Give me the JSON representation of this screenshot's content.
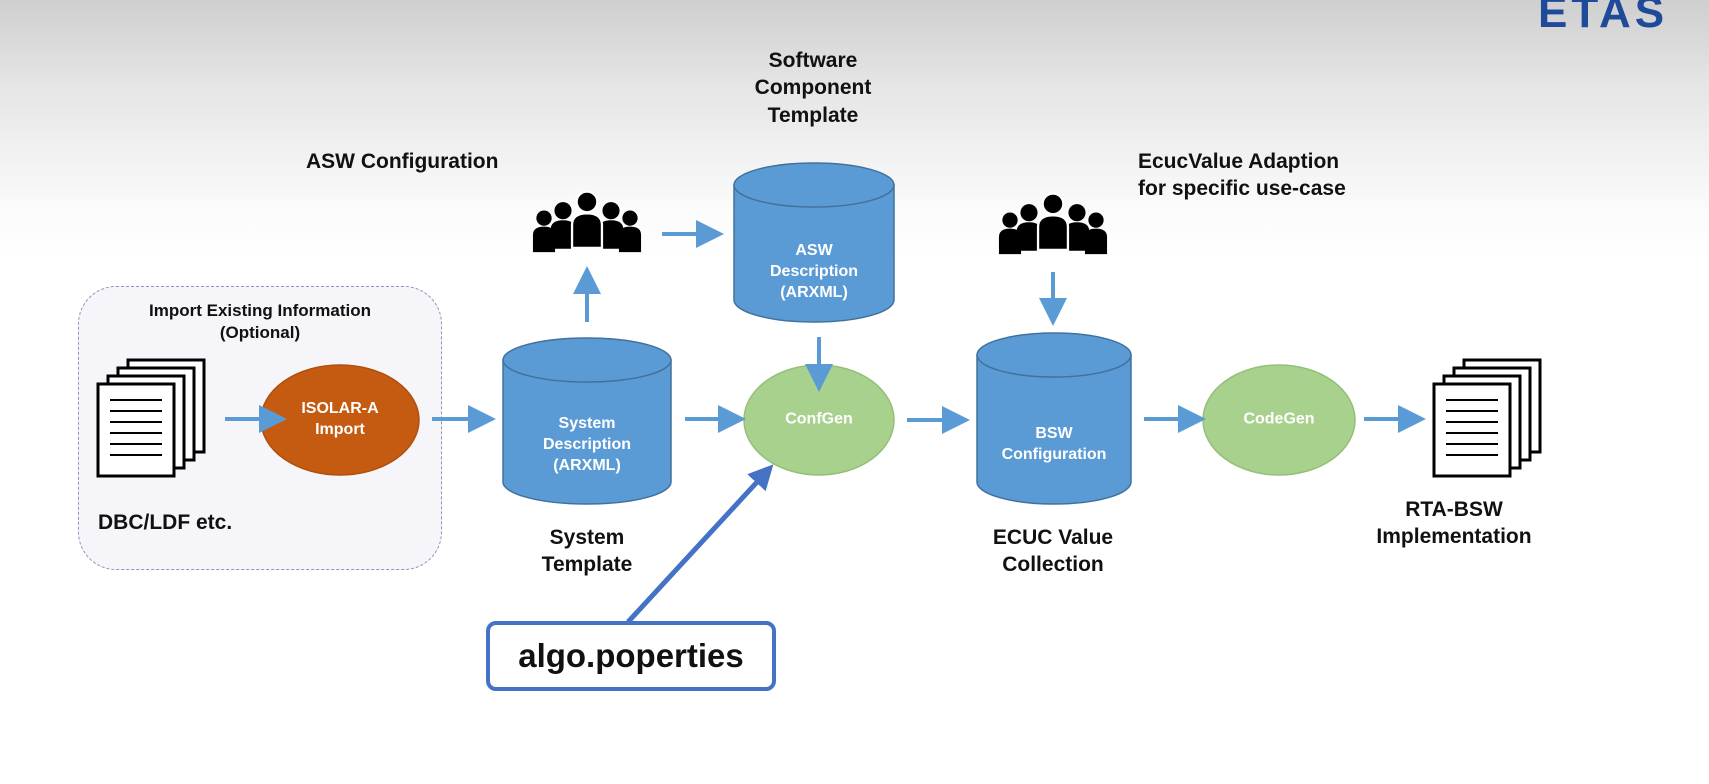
{
  "logo": {
    "text": "ETAS"
  },
  "import_group": {
    "title": "Import Existing Information\n(Optional)",
    "source_label": "DBC/LDF etc."
  },
  "nodes": {
    "isolar_import": "ISOLAR-A\nImport",
    "system_description": "System\nDescription\n(ARXML)",
    "asw_description": "ASW\nDescription\n(ARXML)",
    "confgen": "ConfGen",
    "bsw_configuration": "BSW\nConfiguration",
    "codegen": "CodeGen"
  },
  "labels": {
    "system_template": "System\nTemplate",
    "software_component_template": "Software\nComponent\nTemplate",
    "asw_configuration": "ASW Configuration",
    "ecucvalue_adaption": "EcucValue Adaption\nfor specific use-case",
    "ecuc_value_collection": "ECUC Value\nCollection",
    "rta_bsw_implementation": "RTA-BSW\nImplementation"
  },
  "callout": {
    "text": "algo.poperties"
  },
  "colors": {
    "database_blue": "#5b9bd5",
    "process_green": "#a9d18e",
    "import_orange": "#c55a11",
    "arrow_blue": "#5b9bd5",
    "callout_border": "#4472c4"
  },
  "icons": {
    "documents_in": "document-stack-icon",
    "documents_out": "document-stack-icon",
    "people_asw": "people-group-icon",
    "people_ecuc": "people-group-icon"
  }
}
